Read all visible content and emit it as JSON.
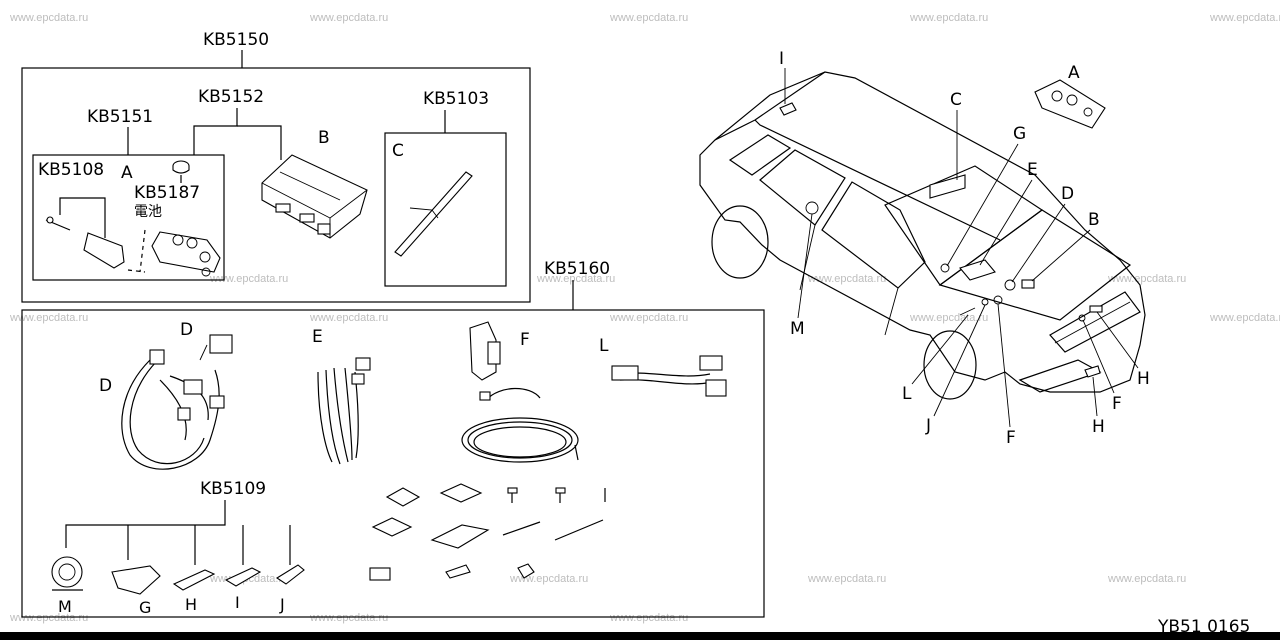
{
  "watermark": "www.epcdata.ru",
  "diagram_code": "YB51 0165",
  "groups": {
    "kb5150": "KB5150",
    "kb5151": "KB5151",
    "kb5152": "KB5152",
    "kb5103": "KB5103",
    "kb5108": "KB5108",
    "kb5187": "KB5187",
    "kb5160": "KB5160",
    "kb5109": "KB5109"
  },
  "battery_label": "電池",
  "parts": {
    "A": "A",
    "B": "B",
    "C": "C",
    "D": "D",
    "E": "E",
    "F": "F",
    "G": "G",
    "H": "H",
    "I": "I",
    "J": "J",
    "L": "L",
    "M": "M"
  }
}
